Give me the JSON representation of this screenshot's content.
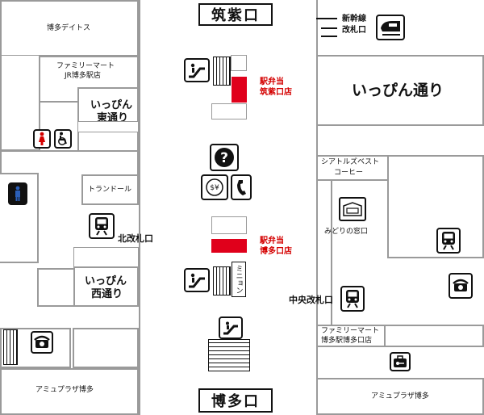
{
  "exits": {
    "chikushi": "筑紫口",
    "hakata": "博多口"
  },
  "stores": {
    "hakata_deitos": "博多デイトス",
    "familymart_jr_1": "ファミリーマート",
    "familymart_jr_2": "JR博多駅店",
    "ippin_higashi_1": "いっぴん",
    "ippin_higashi_2": "東通り",
    "trandor": "トランドール",
    "ippin_nishi_1": "いっぴん",
    "ippin_nishi_2": "西通り",
    "amu_plaza_left": "アミュプラザ博多",
    "amu_plaza_right": "アミュプラザ博多",
    "ippin_dori": "いっぴん通り",
    "seattles_best_1": "シアトルズベスト",
    "seattles_best_2": "コーヒー",
    "midori_window": "みどりの窓口",
    "familymart_hakata_1": "ファミリーマート",
    "familymart_hakata_2": "博多駅博多口店",
    "mini_shop": "ミニョン"
  },
  "gates": {
    "shinkansen_1": "新幹線",
    "shinkansen_2": "改札口",
    "north": "北改札口",
    "central": "中央改札口"
  },
  "ekiben": {
    "chikushi_1": "駅弁当",
    "chikushi_2": "筑紫口店",
    "hakata_1": "駅弁当",
    "hakata_2": "博多口店"
  },
  "colors": {
    "highlight": "#e0001b",
    "wall": "#9a9a9a",
    "icon": "#111111"
  },
  "icons": [
    "shinkansen-icon",
    "escalator-icon",
    "toilet-women-icon",
    "wheelchair-icon",
    "toilet-men-icon",
    "train-icon",
    "information-icon",
    "currency-exchange-icon",
    "telephone-icon",
    "payphone-icon",
    "coin-locker-icon",
    "ticket-icon"
  ]
}
